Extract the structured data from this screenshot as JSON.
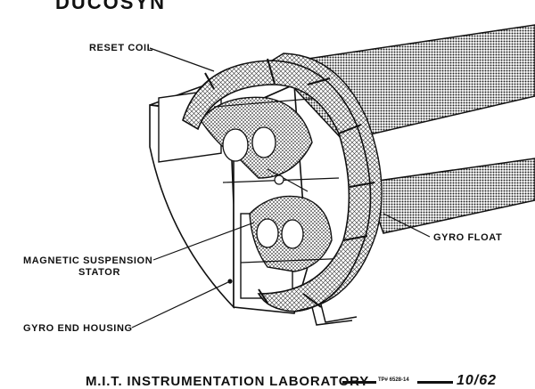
{
  "title": "DUCOSYN",
  "labels": {
    "reset_coil": "RESET COIL",
    "gyro_float": "GYRO FLOAT",
    "magnetic_suspension_line1": "MAGNETIC SUSPENSION",
    "magnetic_suspension_line2": "STATOR",
    "gyro_end_housing": "GYRO END HOUSING"
  },
  "footer": {
    "lab": "M.I.T. INSTRUMENTATION LABORATORY",
    "code": "TP# 6528-14",
    "date": "10/62"
  }
}
